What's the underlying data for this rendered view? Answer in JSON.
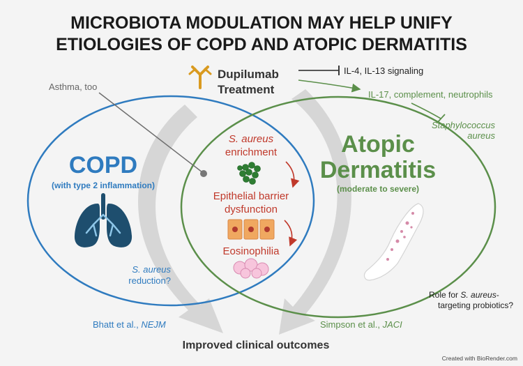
{
  "title_lines": [
    "MICROBIOTA MODULATION MAY HELP UNIFY",
    "ETIOLOGIES OF COPD AND ATOPIC DERMATITIS"
  ],
  "treatment": {
    "name": "Dupilumab",
    "label": "Treatment",
    "icon": "antibody-icon"
  },
  "effects": {
    "il4_il13": "IL-4, IL-13 signaling",
    "il17": "IL-17, complement, neutrophils",
    "staph_line1": "Staphylococcus",
    "staph_line2": "aureus"
  },
  "asthma_note": "Asthma, too",
  "copd": {
    "name": "COPD",
    "subtitle": "(with type 2 inflammation)",
    "icon": "lungs-icon",
    "reduction_line1": "S. aureus",
    "reduction_line2": "reduction?"
  },
  "ad": {
    "name_line1": "Atopic",
    "name_line2": "Dermatitis",
    "subtitle": "(moderate to severe)",
    "icon": "arm-rash-icon"
  },
  "overlap": {
    "step1_line1": "S. aureus",
    "step1_line2": "enrichment",
    "step2_line1": "Epithelial barrier",
    "step2_line2": "dysfunction",
    "step3": "Eosinophilia"
  },
  "probiotics": {
    "pre": "Role for ",
    "italic": "S. aureus",
    "post": "-",
    "line2": "targeting probiotics?"
  },
  "citations": {
    "left_prefix": "Bhatt et al., ",
    "left_journal": "NEJM",
    "right_prefix": "Simpson et al., ",
    "right_journal": "JACI"
  },
  "outcome": "Improved clinical outcomes",
  "credit": "Created with BioRender.com",
  "colors": {
    "copd_blue": "#2f7bbf",
    "ad_green": "#5b8f4a",
    "accent_red": "#c0392b",
    "antibody_gold": "#d99a1f"
  }
}
